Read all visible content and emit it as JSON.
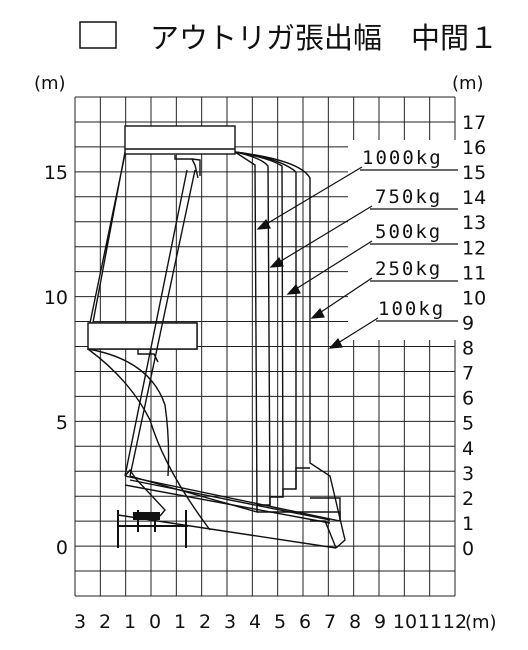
{
  "title": {
    "text": "アウトリガ張出幅　中間１"
  },
  "units": {
    "left": "(m)",
    "right": "(m)",
    "bottom": "(m)"
  },
  "axes": {
    "left_labels": [
      "15",
      "10",
      "5",
      "0"
    ],
    "right_labels": [
      "17",
      "16",
      "15",
      "14",
      "13",
      "12",
      "11",
      "10",
      "9",
      "8",
      "7",
      "6",
      "5",
      "4",
      "3",
      "2",
      "1",
      "0"
    ],
    "bottom_labels": [
      "3",
      "2",
      "1",
      "0",
      "1",
      "2",
      "3",
      "4",
      "5",
      "6",
      "7",
      "8",
      "9",
      "10",
      "11",
      "12"
    ]
  },
  "capacities": [
    {
      "label": "1000kg"
    },
    {
      "label": "750kg"
    },
    {
      "label": "500kg"
    },
    {
      "label": "250kg"
    },
    {
      "label": "100kg"
    }
  ],
  "colors": {
    "line": "#111111",
    "grid": "#222222",
    "background": "#ffffff"
  },
  "icons": {
    "legend": "empty-square-icon",
    "crane": "crane-truck-silhouette-icon"
  }
}
